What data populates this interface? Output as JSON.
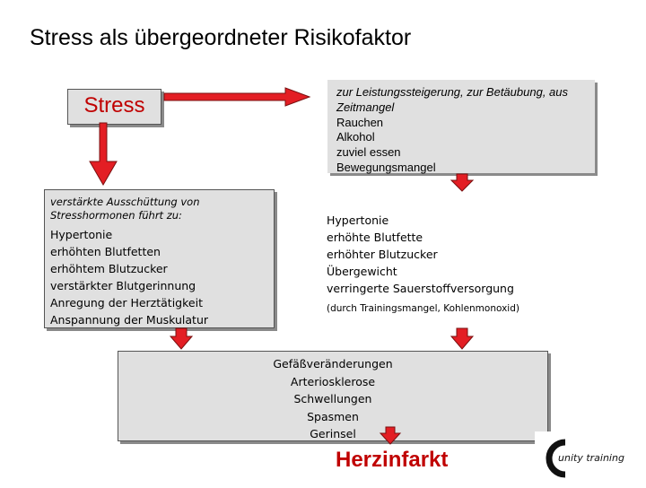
{
  "title": "Stress als übergeordneter Risikofaktor",
  "stress": {
    "label": "Stress"
  },
  "causes": {
    "note": "zur Leistungssteigerung, zur Betäubung, aus Zeitmangel",
    "items": [
      "Rauchen",
      "Alkohol",
      "zuviel essen",
      "Bewegungsmangel"
    ]
  },
  "effects": {
    "intro": "verstärkte Ausschüttung von Stresshormonen führt zu:",
    "items": [
      "Hypertonie",
      "erhöhten Blutfetten",
      "erhöhtem Blutzucker",
      "verstärkter Blutgerinnung",
      "Anregung der Herztätigkeit",
      "Anspannung der Muskulatur"
    ]
  },
  "risks": {
    "items": [
      "Hypertonie",
      "erhöhte Blutfette",
      "erhöhter Blutzucker",
      "Übergewicht",
      "verringerte Sauerstoffversorgung"
    ],
    "note": "(durch Trainingsmangel, Kohlenmonoxid)"
  },
  "result": {
    "items": [
      "Gefäßveränderungen",
      "Arteriosklerose",
      "Schwellungen",
      "Spasmen",
      "Gerinsel"
    ]
  },
  "outcome": {
    "label": "Herzinfarkt"
  },
  "logo": {
    "text": "unity training"
  },
  "colors": {
    "arrow": "#e31e24",
    "accent_text": "#c00000",
    "box": "#e0e0e0"
  }
}
